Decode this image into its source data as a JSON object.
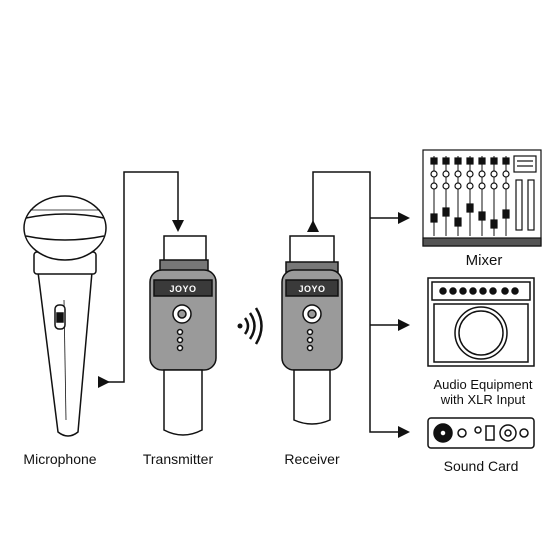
{
  "brand": "JOYO",
  "labels": {
    "microphone": "Microphone",
    "transmitter": "Transmitter",
    "receiver": "Receiver",
    "mixer": "Mixer",
    "audio_equipment_line1": "Audio Equipment",
    "audio_equipment_line2": "with XLR Input",
    "sound_card": "Sound Card"
  },
  "colors": {
    "line": "#111111",
    "device_body": "#9a9a9a",
    "device_dark": "#3a3a3a",
    "background": "#ffffff"
  },
  "icons": {
    "wireless": "wireless-signal-icon"
  }
}
